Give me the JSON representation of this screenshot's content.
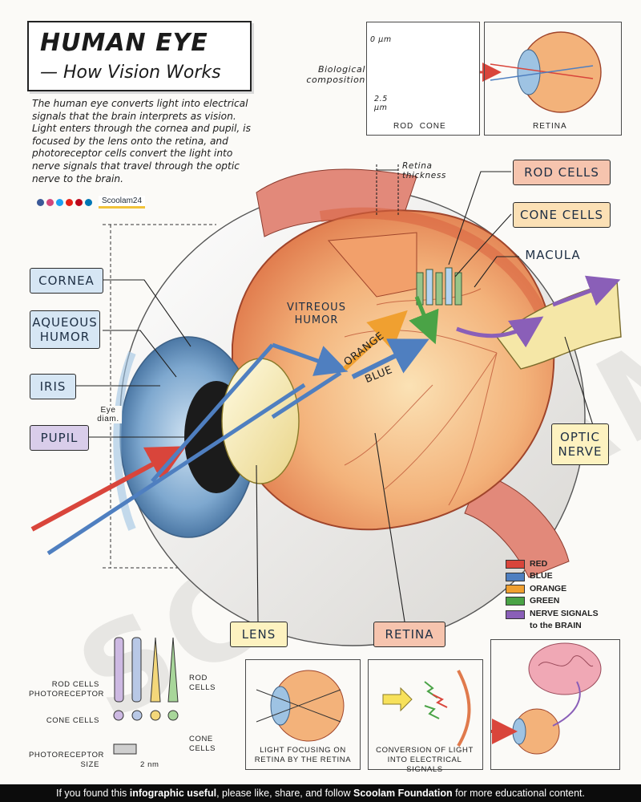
{
  "title": {
    "line1": "HUMAN EYE",
    "line2": "— How Vision Works"
  },
  "intro": "The human eye converts light into electrical signals that the brain interprets as vision. Light enters through the cornea and pupil, is focused by the lens onto the retina, and photoreceptor cells convert the light into nerve signals that travel through the optic nerve to the brain.",
  "social_handle": "Scoolam24",
  "top_panel": {
    "bio_label": "Biological composition",
    "scale_top": "0 μm",
    "scale_bottom": "2.5 μm",
    "caption": "ROD  CONE"
  },
  "retina_panel": {
    "caption": "RETINA"
  },
  "labels": {
    "cornea": "CORNEA",
    "aqueous": "AQUEOUS HUMOR",
    "iris": "IRIS",
    "pupil": "PUPIL",
    "rod_cells": "ROD CELLS",
    "cone_cells": "CONE CELLS",
    "macula": "MACULA",
    "optic": "OPTIC NERVE",
    "lens": "LENS",
    "retina": "RETINA",
    "vitreous": "VITREOUS HUMOR",
    "orange": "ORANGE",
    "blue": "BLUE",
    "eye_diam": "Eye diam.",
    "retina_thickness": "Retina thickness"
  },
  "legend": [
    {
      "label": "RED",
      "color": "#d9453b"
    },
    {
      "label": "BLUE",
      "color": "#4f7fc0"
    },
    {
      "label": "ORANGE",
      "color": "#f0a030"
    },
    {
      "label": "GREEN",
      "color": "#4aa346"
    },
    {
      "label": "NERVE SIGNALS to the BRAIN",
      "color": "#8a5fb8"
    }
  ],
  "photoreceptor_panel": {
    "rod_photo": "ROD CELLS PHOTORECEPTOR",
    "cone_cells": "CONE CELLS",
    "photo_size": "PHOTORECEPTOR SIZE",
    "scale": "2 nm",
    "rod_cells_right": "ROD CELLS",
    "cone_cells_right": "CONE CELLS"
  },
  "panels": {
    "focusing": "LIGHT FOCUSING ON RETINA BY THE RETINA",
    "conversion": "CONVERSION OF LIGHT INTO ELECTRICAL SIGNALS"
  },
  "watermark": "SCOOLAM",
  "footer": {
    "pre": "If you found this ",
    "bold1": "infographic useful",
    "mid": ", please like, share, and follow ",
    "bold2": "Scoolam Foundation",
    "post": " for more educational content."
  }
}
